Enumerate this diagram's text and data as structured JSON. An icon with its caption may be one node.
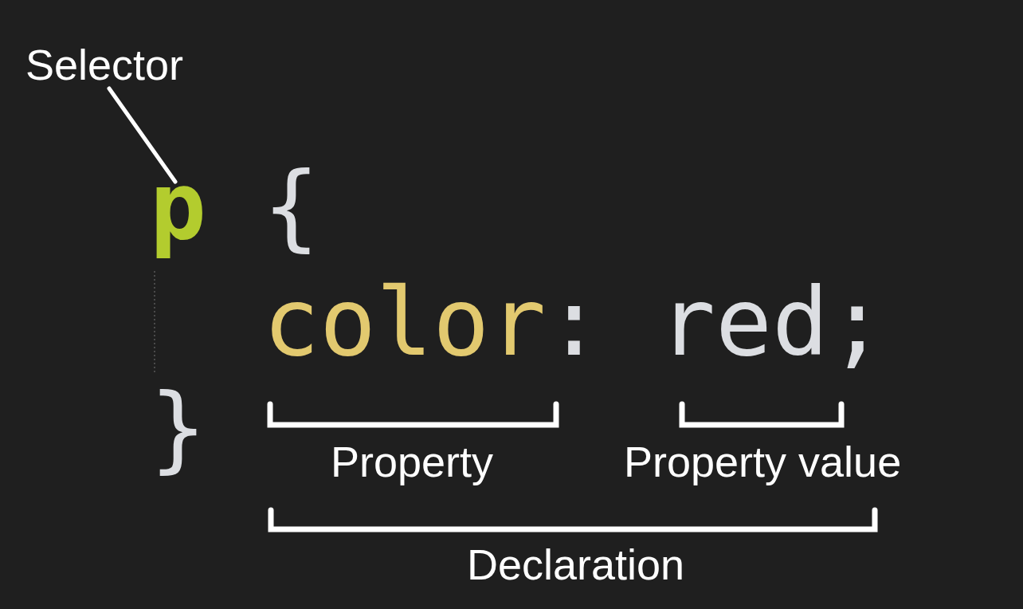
{
  "diagram": {
    "nodes": [
      {
        "text": [
          "Selector"
        ]
      },
      {
        "text": [
          "p"
        ]
      }
    ],
    "edges": [
      {
        "from": 0,
        "to": 1,
        "arrow": "none"
      }
    ],
    "labels": [
      "{",
      "color",
      ":",
      "red;",
      "}",
      "Property",
      "Property value",
      "Declaration"
    ]
  }
}
